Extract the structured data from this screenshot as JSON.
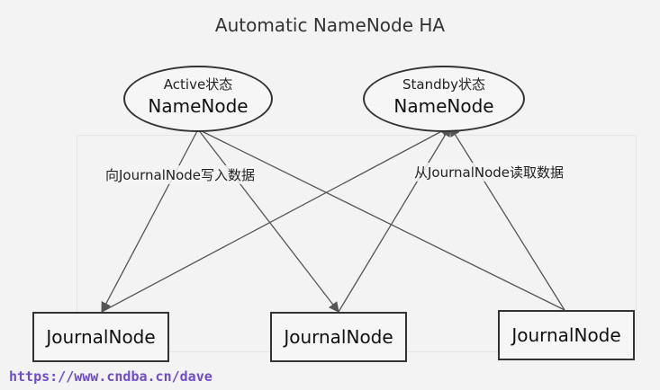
{
  "diagram": {
    "title": "Automatic NameNode HA",
    "active_namenode": {
      "state": "Active状态",
      "name": "NameNode"
    },
    "standby_namenode": {
      "state": "Standby状态",
      "name": "NameNode"
    },
    "journal_nodes": [
      {
        "label": "JournalNode"
      },
      {
        "label": "JournalNode"
      },
      {
        "label": "JournalNode"
      }
    ],
    "edge_labels": {
      "write": "向JournalNode写入数据",
      "read": "从JournalNode读取数据"
    },
    "edges": [
      {
        "from": "active_namenode",
        "to": "journal_node_1"
      },
      {
        "from": "active_namenode",
        "to": "journal_node_2"
      },
      {
        "from": "active_namenode",
        "to": "journal_node_3"
      },
      {
        "from": "journal_node_1",
        "to": "standby_namenode"
      },
      {
        "from": "journal_node_2",
        "to": "standby_namenode"
      },
      {
        "from": "journal_node_3",
        "to": "standby_namenode"
      }
    ]
  },
  "watermark": "https://www.cndba.cn/dave",
  "colors": {
    "stroke": "#333333",
    "edge": "#555555",
    "watermark": "#6f4cc9"
  }
}
